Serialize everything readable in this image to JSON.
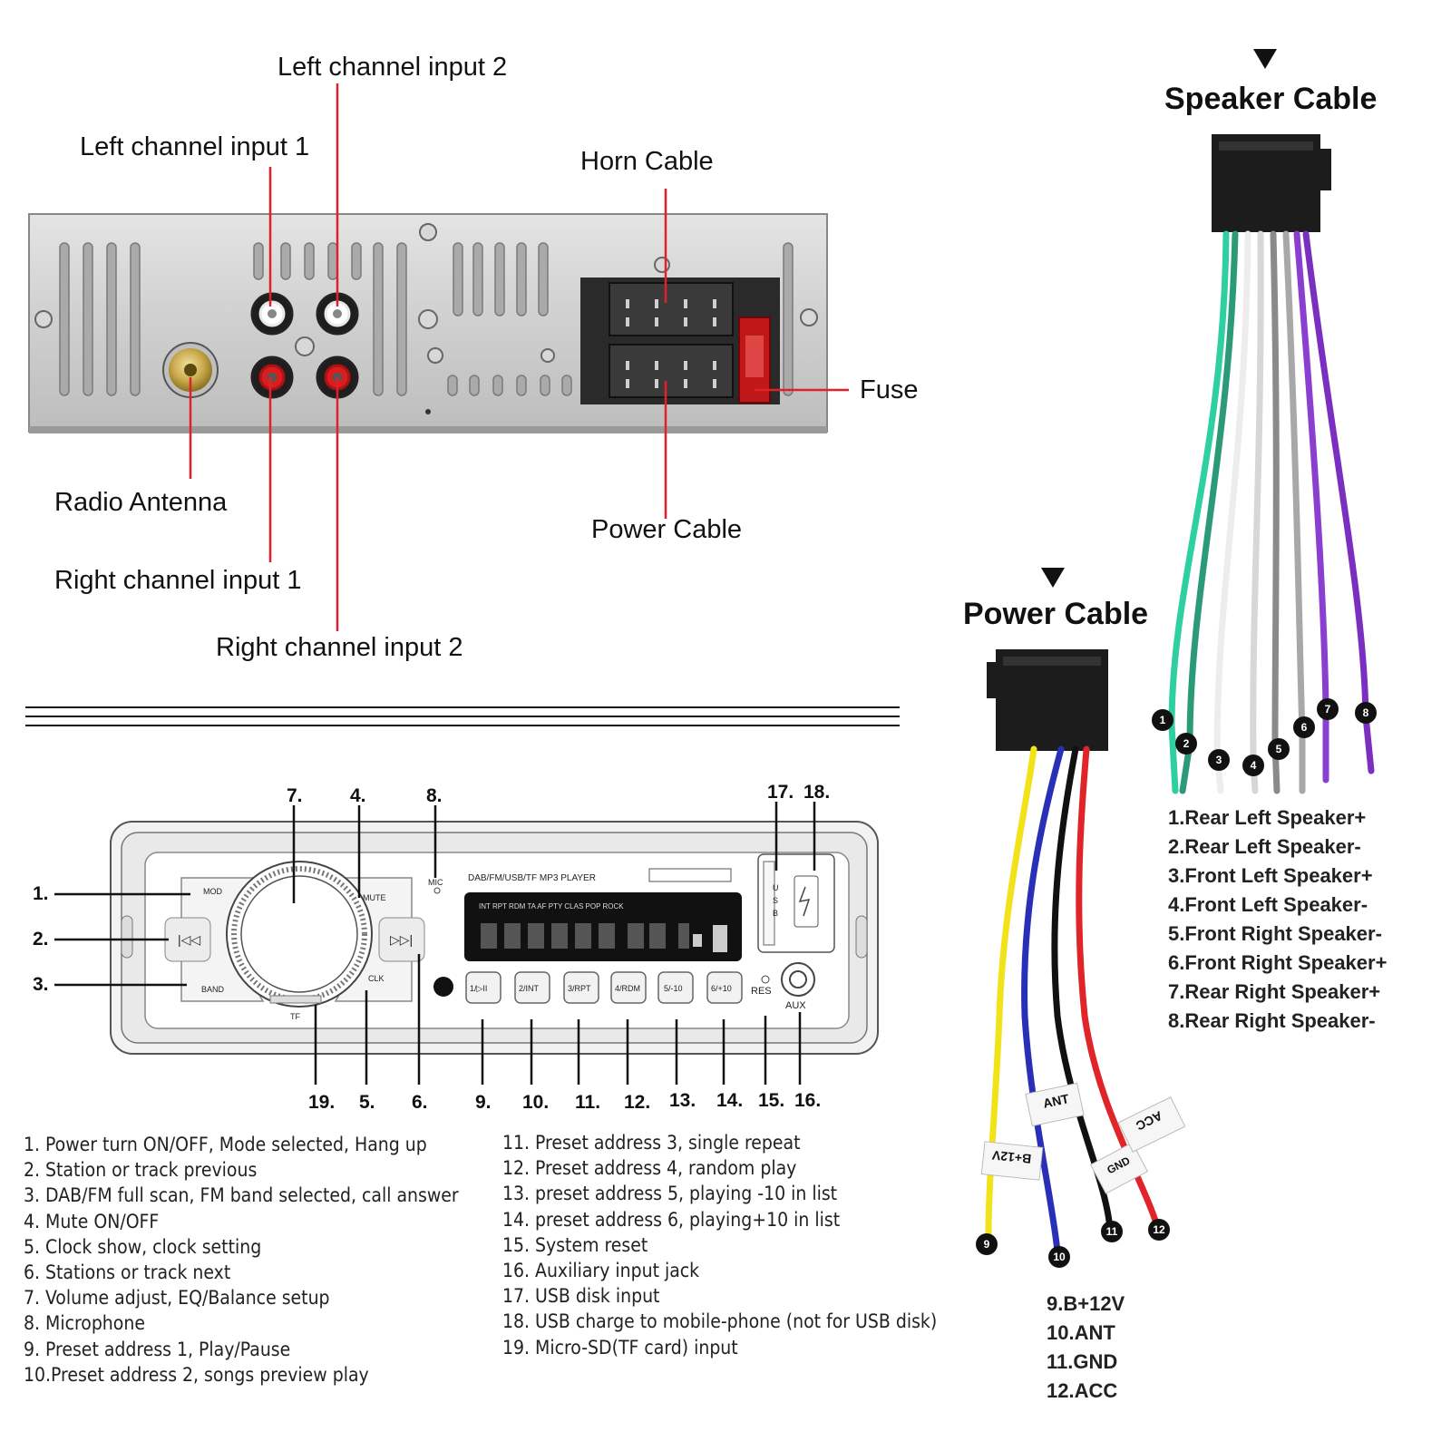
{
  "rear_panel": {
    "left_channel_input_2": "Left channel input 2",
    "left_channel_input_1": "Left channel input 1",
    "horn_cable": "Horn Cable",
    "fuse": "Fuse",
    "radio_antenna": "Radio Antenna",
    "power_cable": "Power Cable",
    "right_channel_input_1": "Right channel input 1",
    "right_channel_input_2": "Right channel input 2"
  },
  "speaker_cable": {
    "title": "Speaker Cable",
    "pins": [
      "1",
      "2",
      "3",
      "4",
      "5",
      "6",
      "7",
      "8"
    ],
    "legend": [
      "1.Rear Left Speaker+",
      "2.Rear Left Speaker-",
      "3.Front Left Speaker+",
      "4.Front Left Speaker-",
      "5.Front Right Speaker-",
      "6.Front Right Speaker+",
      "7.Rear Right Speaker+",
      "8.Rear Right Speaker-"
    ]
  },
  "power_harness": {
    "title": "Power Cable",
    "pins": [
      "9",
      "10",
      "11",
      "12"
    ],
    "tags": {
      "b12v": "B+12V",
      "ant": "ANT",
      "gnd": "GND",
      "acc": "ACC"
    },
    "legend": [
      "9.B+12V",
      "10.ANT",
      "11.GND",
      "12.ACC"
    ]
  },
  "front_panel": {
    "callouts_left": [
      "1.",
      "2.",
      "3."
    ],
    "callouts_top": [
      "7.",
      "4.",
      "8.",
      "17.",
      "18."
    ],
    "callouts_bottom": [
      "19.",
      "5.",
      "6.",
      "9.",
      "10.",
      "11.",
      "12.",
      "13.",
      "14.",
      "15.",
      "16."
    ],
    "panel_text": {
      "mod": "MOD",
      "mute": "MUTE",
      "mic": "MIC",
      "band": "BAND",
      "clk": "CLK",
      "tf": "TF",
      "player": "DAB/FM/USB/TF MP3  PLAYER",
      "indicators": "INT  RPT  RDM   TA   AF  PTY  CLAS  POP  ROCK",
      "usb": [
        "U",
        "S",
        "B"
      ],
      "res": "RES",
      "aux": "AUX",
      "presets": [
        "1/▷II",
        "2/INT",
        "3/RPT",
        "4/RDM",
        "5/-10",
        "6/+10"
      ]
    }
  },
  "descriptions_left": [
    "1. Power turn ON/OFF, Mode selected, Hang up",
    "2. Station or track previous",
    "3. DAB/FM full scan, FM band selected, call answer",
    "4. Mute ON/OFF",
    "5. Clock show, clock setting",
    "6. Stations or track next",
    "7. Volume adjust, EQ/Balance setup",
    "8. Microphone",
    "9. Preset address 1, Play/Pause",
    "10.Preset address 2,  songs preview play"
  ],
  "descriptions_right": [
    "11. Preset address 3, single repeat",
    "12. Preset address 4, random play",
    "13. preset address 5, playing -10 in list",
    "14. preset address 6, playing+10 in list",
    "15. System reset",
    "16. Auxiliary input jack",
    "17. USB disk input",
    "18. USB charge to mobile-phone (not for USB disk)",
    "19. Micro-SD(TF card) input"
  ],
  "colors": {
    "callout_line": "#e0202c",
    "wire_green": "#2ecfa0",
    "wire_purple": "#8a3fd0",
    "wire_yellow": "#f2e21a",
    "wire_blue": "#2a2fb8",
    "wire_red": "#e0242a"
  }
}
